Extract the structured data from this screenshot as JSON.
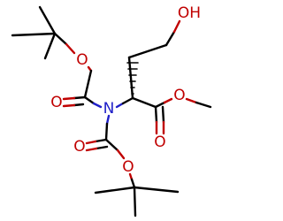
{
  "molecule": {
    "atoms": {
      "hydroxyl": "OH",
      "ester_o_top": "O",
      "carbonyl_o_top": "O",
      "nitrogen": "N",
      "ester_o_methyl": "O",
      "carbonyl_o_ester": "O",
      "carbonyl_o_bottom": "O",
      "ester_o_bottom": "O"
    },
    "colors": {
      "bond": "#000000",
      "oxygen": "#c00000",
      "nitrogen": "#2020c8",
      "background": "#ffffff"
    }
  }
}
